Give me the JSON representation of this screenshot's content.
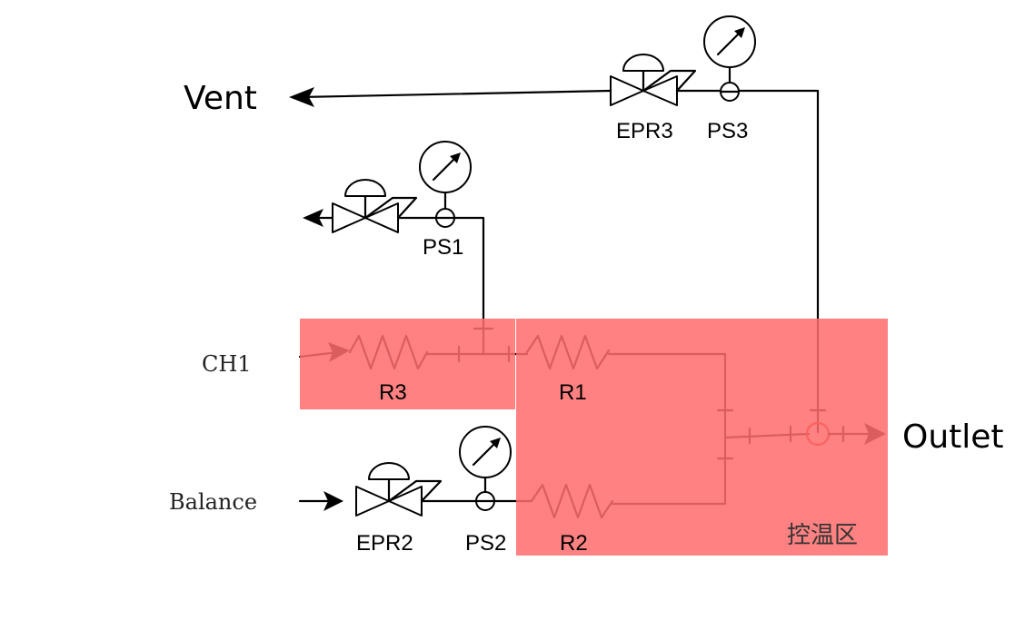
{
  "diagram": {
    "outputs": {
      "vent": "Vent",
      "outlet": "Outlet"
    },
    "inputs": {
      "ch1": "CH1",
      "balance": "Balance"
    },
    "components": {
      "epr3": "EPR3",
      "ps3": "PS3",
      "ps1": "PS1",
      "epr2": "EPR2",
      "ps2": "PS2",
      "r1": "R1",
      "r2": "R2",
      "r3": "R3"
    },
    "zone_label": "控温区",
    "colors": {
      "zone_fill": "#ff6c6c",
      "line": "#000000",
      "junction_highlight": "#e32020"
    }
  }
}
